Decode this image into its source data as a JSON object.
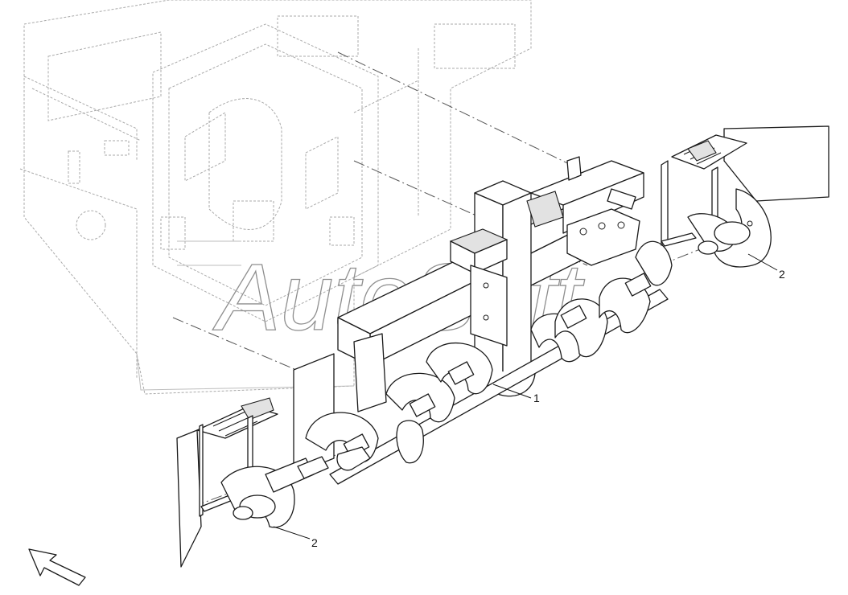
{
  "watermark": {
    "text": "AutoSoft"
  },
  "callouts": [
    {
      "id": "callout-1",
      "label": "1"
    },
    {
      "id": "callout-2-right",
      "label": "2"
    },
    {
      "id": "callout-2-left",
      "label": "2"
    }
  ],
  "icons": {
    "orientation_arrow": "arrow-up-left-icon"
  }
}
